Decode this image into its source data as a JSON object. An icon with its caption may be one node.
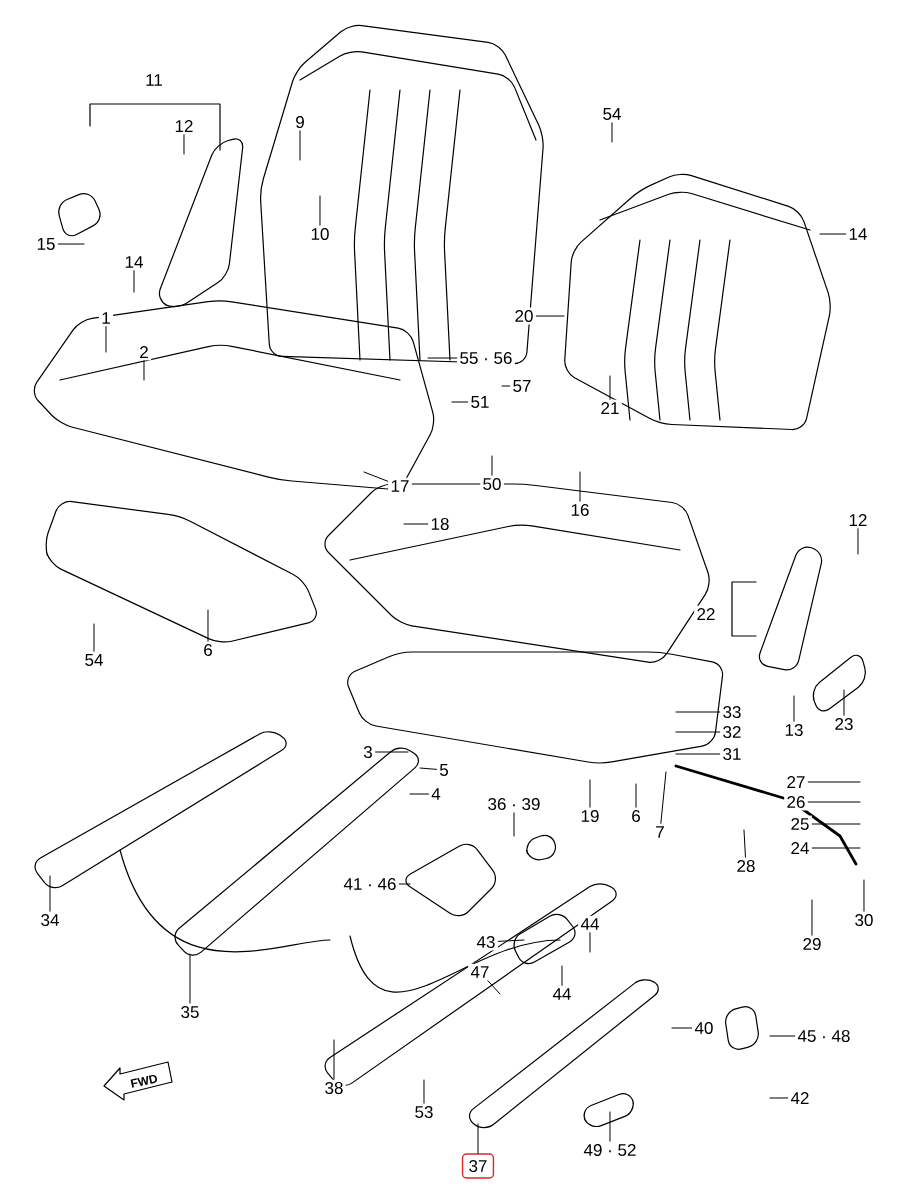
{
  "diagram": {
    "nodes": [
      {
        "text": [
          "12"
        ]
      },
      {
        "text": [
          "9"
        ]
      },
      {
        "text": [
          "54"
        ]
      },
      {
        "text": [
          "10"
        ]
      },
      {
        "text": [
          "14"
        ]
      },
      {
        "text": [
          "15"
        ]
      },
      {
        "text": [
          "14"
        ]
      },
      {
        "text": [
          "20"
        ]
      },
      {
        "text": [
          "1"
        ]
      },
      {
        "text": [
          "2"
        ]
      },
      {
        "text": [
          "55 · 56"
        ]
      },
      {
        "text": [
          "57"
        ]
      },
      {
        "text": [
          "51"
        ]
      },
      {
        "text": [
          "21"
        ]
      },
      {
        "text": [
          "17"
        ]
      },
      {
        "text": [
          "50"
        ]
      },
      {
        "text": [
          "16"
        ]
      },
      {
        "text": [
          "18"
        ]
      },
      {
        "text": [
          "12"
        ]
      },
      {
        "text": [
          "6"
        ]
      },
      {
        "text": [
          "54"
        ]
      },
      {
        "text": [
          "33"
        ]
      },
      {
        "text": [
          "13"
        ]
      },
      {
        "text": [
          "23"
        ]
      },
      {
        "text": [
          "32"
        ]
      },
      {
        "text": [
          "3"
        ]
      },
      {
        "text": [
          "31"
        ]
      },
      {
        "text": [
          "5"
        ]
      },
      {
        "text": [
          "27"
        ]
      },
      {
        "text": [
          "4"
        ]
      },
      {
        "text": [
          "26"
        ]
      },
      {
        "text": [
          "36 · 39"
        ]
      },
      {
        "text": [
          "19"
        ]
      },
      {
        "text": [
          "6"
        ]
      },
      {
        "text": [
          "25"
        ]
      },
      {
        "text": [
          "7"
        ]
      },
      {
        "text": [
          "24"
        ]
      },
      {
        "text": [
          "28"
        ]
      },
      {
        "text": [
          "41 · 46"
        ]
      },
      {
        "text": [
          "34"
        ]
      },
      {
        "text": [
          "30"
        ]
      },
      {
        "text": [
          "44"
        ]
      },
      {
        "text": [
          "43"
        ]
      },
      {
        "text": [
          "29"
        ]
      },
      {
        "text": [
          "47"
        ]
      },
      {
        "text": [
          "44"
        ]
      },
      {
        "text": [
          "35"
        ]
      },
      {
        "text": [
          "40"
        ]
      },
      {
        "text": [
          "45 · 48"
        ]
      },
      {
        "text": [
          "38"
        ]
      },
      {
        "text": [
          "42"
        ]
      },
      {
        "text": [
          "53"
        ]
      },
      {
        "text": [
          "49 · 52"
        ]
      },
      {
        "text": [
          "37"
        ]
      }
    ],
    "edges": [
      {
        "from": 0,
        "to": null,
        "arrow": "none"
      },
      {
        "from": 1,
        "to": null,
        "arrow": "none"
      },
      {
        "from": 2,
        "to": null,
        "arrow": "none"
      },
      {
        "from": 3,
        "to": null,
        "arrow": "none"
      },
      {
        "from": 4,
        "to": null,
        "arrow": "none"
      },
      {
        "from": 5,
        "to": null,
        "arrow": "none"
      },
      {
        "from": 6,
        "to": null,
        "arrow": "none"
      },
      {
        "from": 7,
        "to": null,
        "arrow": "none"
      },
      {
        "from": 8,
        "to": null,
        "arrow": "none"
      },
      {
        "from": 9,
        "to": null,
        "arrow": "none"
      },
      {
        "from": 10,
        "to": null,
        "arrow": "none"
      },
      {
        "from": 11,
        "to": null,
        "arrow": "none"
      },
      {
        "from": 12,
        "to": null,
        "arrow": "none"
      },
      {
        "from": 13,
        "to": null,
        "arrow": "none"
      },
      {
        "from": 14,
        "to": null,
        "arrow": "none"
      },
      {
        "from": 15,
        "to": null,
        "arrow": "none"
      },
      {
        "from": 16,
        "to": null,
        "arrow": "none"
      },
      {
        "from": 17,
        "to": null,
        "arrow": "none"
      },
      {
        "from": 18,
        "to": null,
        "arrow": "none"
      },
      {
        "from": 19,
        "to": null,
        "arrow": "none"
      },
      {
        "from": 20,
        "to": null,
        "arrow": "none"
      },
      {
        "from": 21,
        "to": null,
        "arrow": "none"
      },
      {
        "from": 22,
        "to": null,
        "arrow": "none"
      },
      {
        "from": 23,
        "to": null,
        "arrow": "none"
      },
      {
        "from": 24,
        "to": null,
        "arrow": "none"
      },
      {
        "from": 25,
        "to": null,
        "arrow": "none"
      },
      {
        "from": 26,
        "to": null,
        "arrow": "none"
      },
      {
        "from": 27,
        "to": null,
        "arrow": "none"
      },
      {
        "from": 28,
        "to": null,
        "arrow": "none"
      },
      {
        "from": 29,
        "to": null,
        "arrow": "none"
      },
      {
        "from": 30,
        "to": null,
        "arrow": "none"
      },
      {
        "from": 31,
        "to": null,
        "arrow": "none"
      },
      {
        "from": 32,
        "to": null,
        "arrow": "none"
      },
      {
        "from": 33,
        "to": null,
        "arrow": "none"
      },
      {
        "from": 34,
        "to": null,
        "arrow": "none"
      },
      {
        "from": 35,
        "to": null,
        "arrow": "none"
      },
      {
        "from": 36,
        "to": null,
        "arrow": "none"
      },
      {
        "from": 37,
        "to": null,
        "arrow": "none"
      },
      {
        "from": 38,
        "to": null,
        "arrow": "none"
      },
      {
        "from": 39,
        "to": null,
        "arrow": "none"
      },
      {
        "from": 40,
        "to": null,
        "arrow": "none"
      },
      {
        "from": 41,
        "to": null,
        "arrow": "none"
      },
      {
        "from": 42,
        "to": null,
        "arrow": "none"
      },
      {
        "from": 43,
        "to": null,
        "arrow": "none"
      },
      {
        "from": 44,
        "to": null,
        "arrow": "none"
      },
      {
        "from": 45,
        "to": null,
        "arrow": "none"
      },
      {
        "from": 46,
        "to": null,
        "arrow": "none"
      },
      {
        "from": 47,
        "to": null,
        "arrow": "none"
      },
      {
        "from": 48,
        "to": null,
        "arrow": "none"
      },
      {
        "from": 49,
        "to": null,
        "arrow": "none"
      },
      {
        "from": 50,
        "to": null,
        "arrow": "none"
      },
      {
        "from": 51,
        "to": null,
        "arrow": "none"
      },
      {
        "from": 52,
        "to": null,
        "arrow": "none"
      },
      {
        "from": 53,
        "to": null,
        "arrow": "none"
      }
    ],
    "labels": [
      "11",
      "22",
      "FWD"
    ]
  }
}
